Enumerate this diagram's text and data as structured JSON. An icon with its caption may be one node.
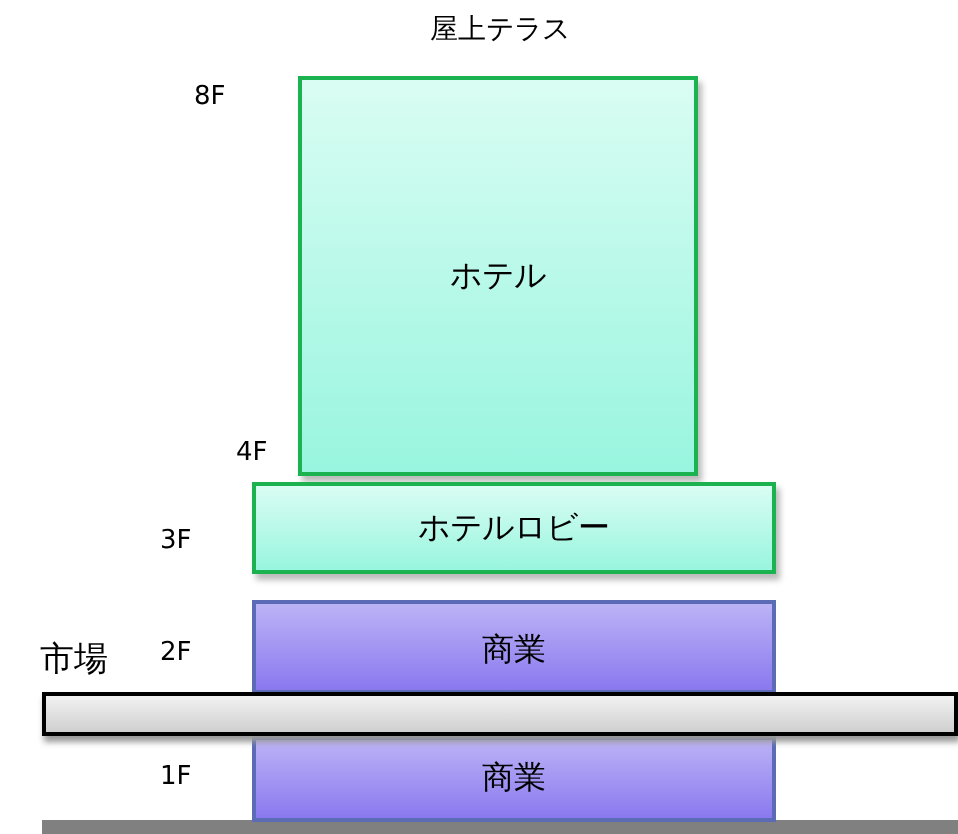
{
  "diagram": {
    "nodes": [
      {
        "text": [
          "ホテル"
        ]
      },
      {
        "text": [
          "ホテルロビー"
        ]
      },
      {
        "text": [
          "商業"
        ]
      },
      {
        "text": [
          "市場"
        ]
      },
      {
        "text": [
          "商業"
        ]
      }
    ],
    "labels": [
      "屋上テラス",
      "8F",
      "4F",
      "3F",
      "2F",
      "1F"
    ]
  }
}
